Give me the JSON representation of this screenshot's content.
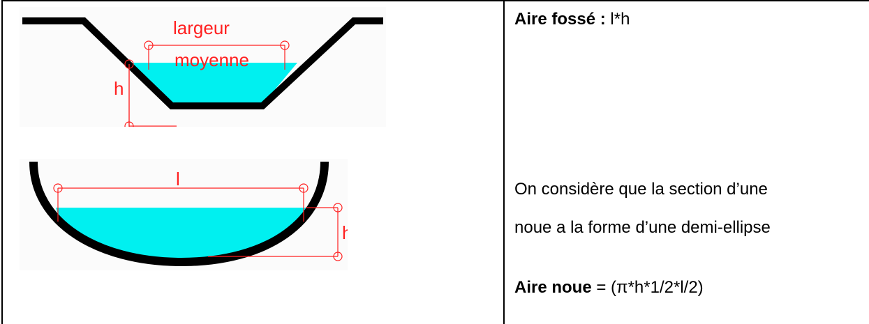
{
  "ditch": {
    "label_top": "largeur",
    "label_bottom": "moyenne",
    "height_label": "h"
  },
  "swale": {
    "width_label": "l",
    "height_label": "h"
  },
  "text": {
    "ditch_area_label": "Aire fossé :",
    "ditch_area_formula": "l*h",
    "swale_line1": "On considère que la section d’une",
    "swale_line2": "noue a la forme d’une demi-ellipse",
    "swale_area_label": "Aire noue",
    "swale_area_formula": "= (π*h*1/2*l/2)"
  },
  "colors": {
    "water": "#00f0f0",
    "dimension": "#ff2020",
    "border": "#000000"
  }
}
